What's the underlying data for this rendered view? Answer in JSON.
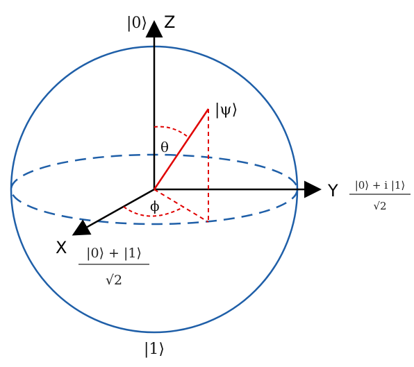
{
  "colors": {
    "sphere": "#1f5fa8",
    "axes": "#000000",
    "state": "#e00000"
  },
  "labels": {
    "ket0": "|0⟩",
    "ket1": "|1⟩",
    "psi": "|ψ⟩",
    "theta": "θ",
    "phi": "ϕ",
    "axis_z": "Z",
    "axis_y": "Y",
    "axis_x": "X",
    "y_state_num": "|0⟩ + i |1⟩",
    "y_state_den": "√2",
    "x_state_num": "|0⟩ + |1⟩",
    "x_state_den": "√2"
  }
}
